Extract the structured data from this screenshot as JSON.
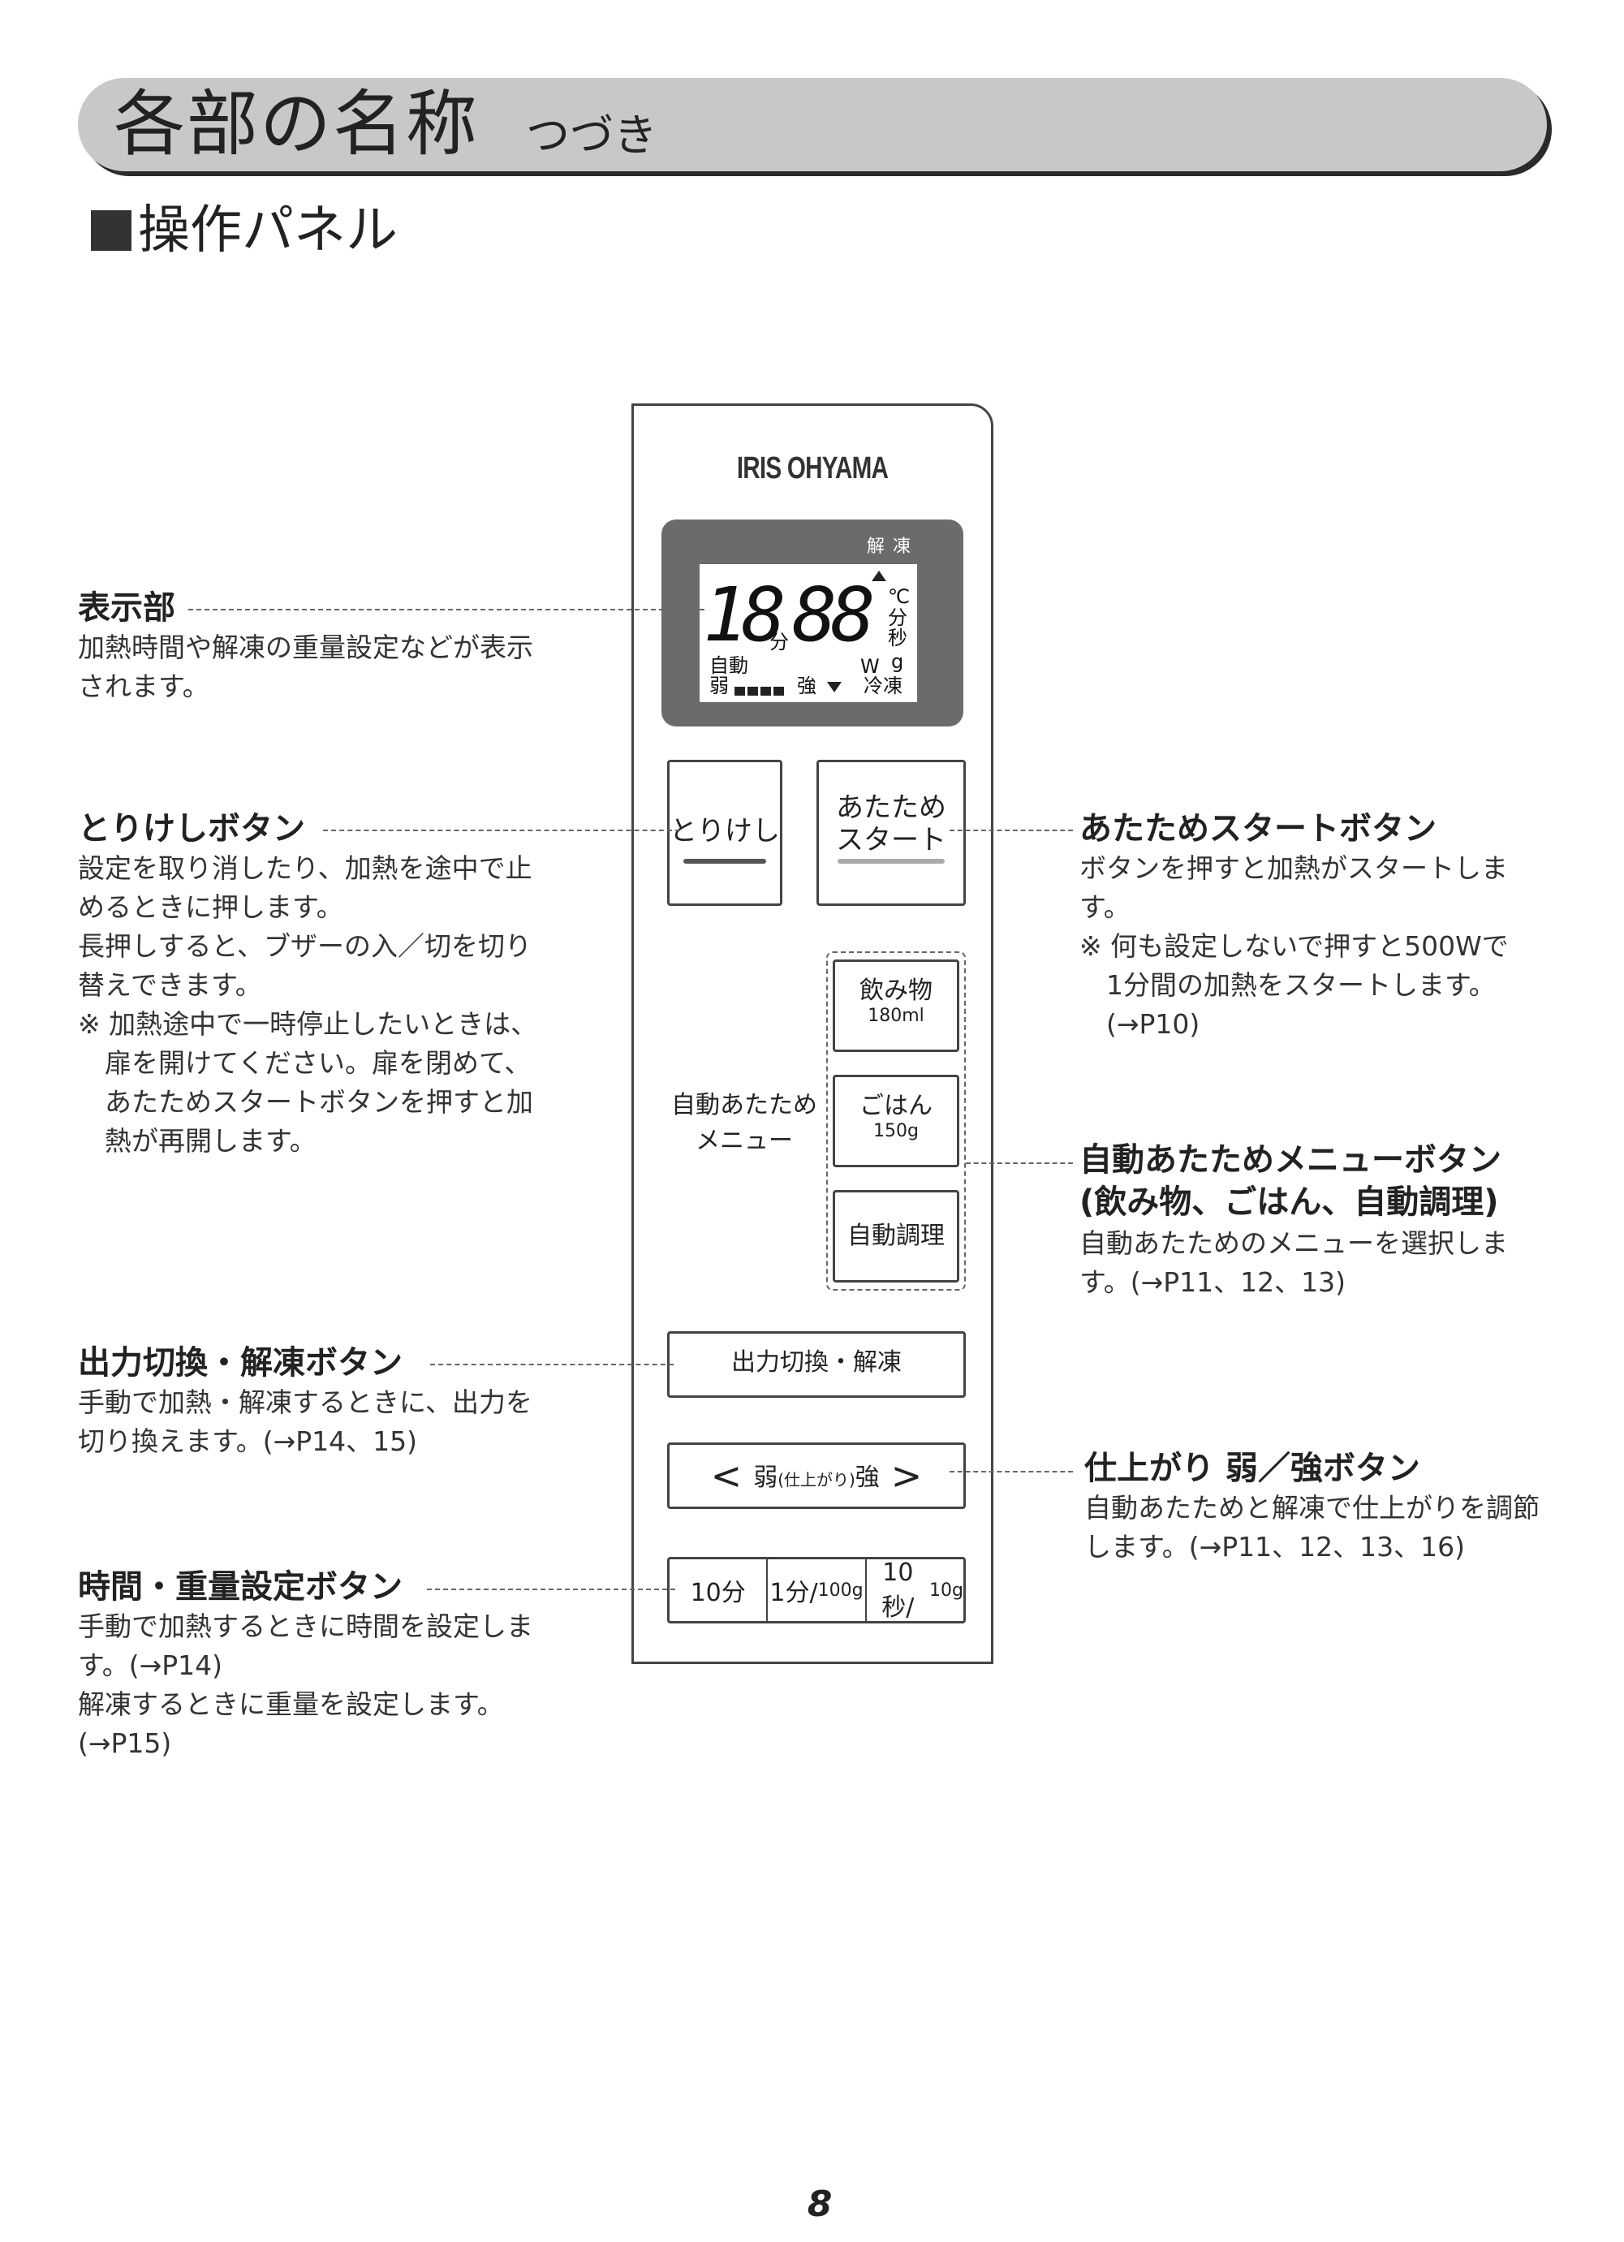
{
  "header": {
    "title": "各部の名称",
    "subtitle": "つづき",
    "section": "操作パネル"
  },
  "panel": {
    "brand": "IRIS OHYAMA",
    "lcd": {
      "thaw_label": "解凍",
      "digits_1": "18",
      "digits_2": "88",
      "min": "分",
      "celsius": "℃",
      "min2": "分",
      "sec": "秒",
      "w": "W",
      "g": "g",
      "auto": "自動",
      "weak": "弱",
      "strong": "強",
      "frozen": "冷凍"
    },
    "buttons": {
      "cancel": "とりけし",
      "start_line1": "あたため",
      "start_line2": "スタート",
      "drink": "飲み物",
      "drink_sub": "180ml",
      "rice": "ごはん",
      "rice_sub": "150g",
      "autocook": "自動調理",
      "auto_menu_line1": "自動あたため",
      "auto_menu_line2": "メニュー",
      "power_thaw": "出力切換・解凍",
      "finish_left": "<",
      "finish_weak": "弱",
      "finish_mid": "(仕上がり)",
      "finish_strong": "強",
      "finish_right": ">",
      "time_10min": "10分",
      "time_1min": "1分/",
      "time_1min_sub": "100g",
      "time_10sec": "10秒/",
      "time_10sec_sub": "10g"
    }
  },
  "callouts": {
    "display": {
      "title": "表示部",
      "body": "加熱時間や解凍の重量設定などが表示\nされます。"
    },
    "cancel": {
      "title": "とりけしボタン",
      "body": "設定を取り消したり、加熱を途中で止\nめるときに押します。\n長押しすると、ブザーの入／切を切り\n替えできます。\n※ 加熱途中で一時停止したいときは、\n　扉を開けてください。扉を閉めて、\n　あたためスタートボタンを押すと加\n　熱が再開します。"
    },
    "power": {
      "title": "出力切換・解凍ボタン",
      "body": "手動で加熱・解凍するときに、出力を\n切り換えます。(→P14、15)"
    },
    "time": {
      "title": "時間・重量設定ボタン",
      "body": "手動で加熱するときに時間を設定しま\nす。(→P14)\n解凍するときに重量を設定します。\n(→P15)"
    },
    "start": {
      "title": "あたためスタートボタン",
      "body": "ボタンを押すと加熱がスタートしま\nす。\n※ 何も設定しないで押すと500Wで\n　1分間の加熱をスタートします。\n　(→P10)"
    },
    "auto_menu": {
      "title": "自動あたためメニューボタン",
      "title2": "(飲み物、ごはん、自動調理)",
      "body": "自動あたためのメニューを選択しま\nす。(→P11、12、13)"
    },
    "finish": {
      "title": "仕上がり 弱／強ボタン",
      "body": "自動あたためと解凍で仕上がりを調節\nします。(→P11、12、13、16)"
    }
  },
  "page_number": "8"
}
